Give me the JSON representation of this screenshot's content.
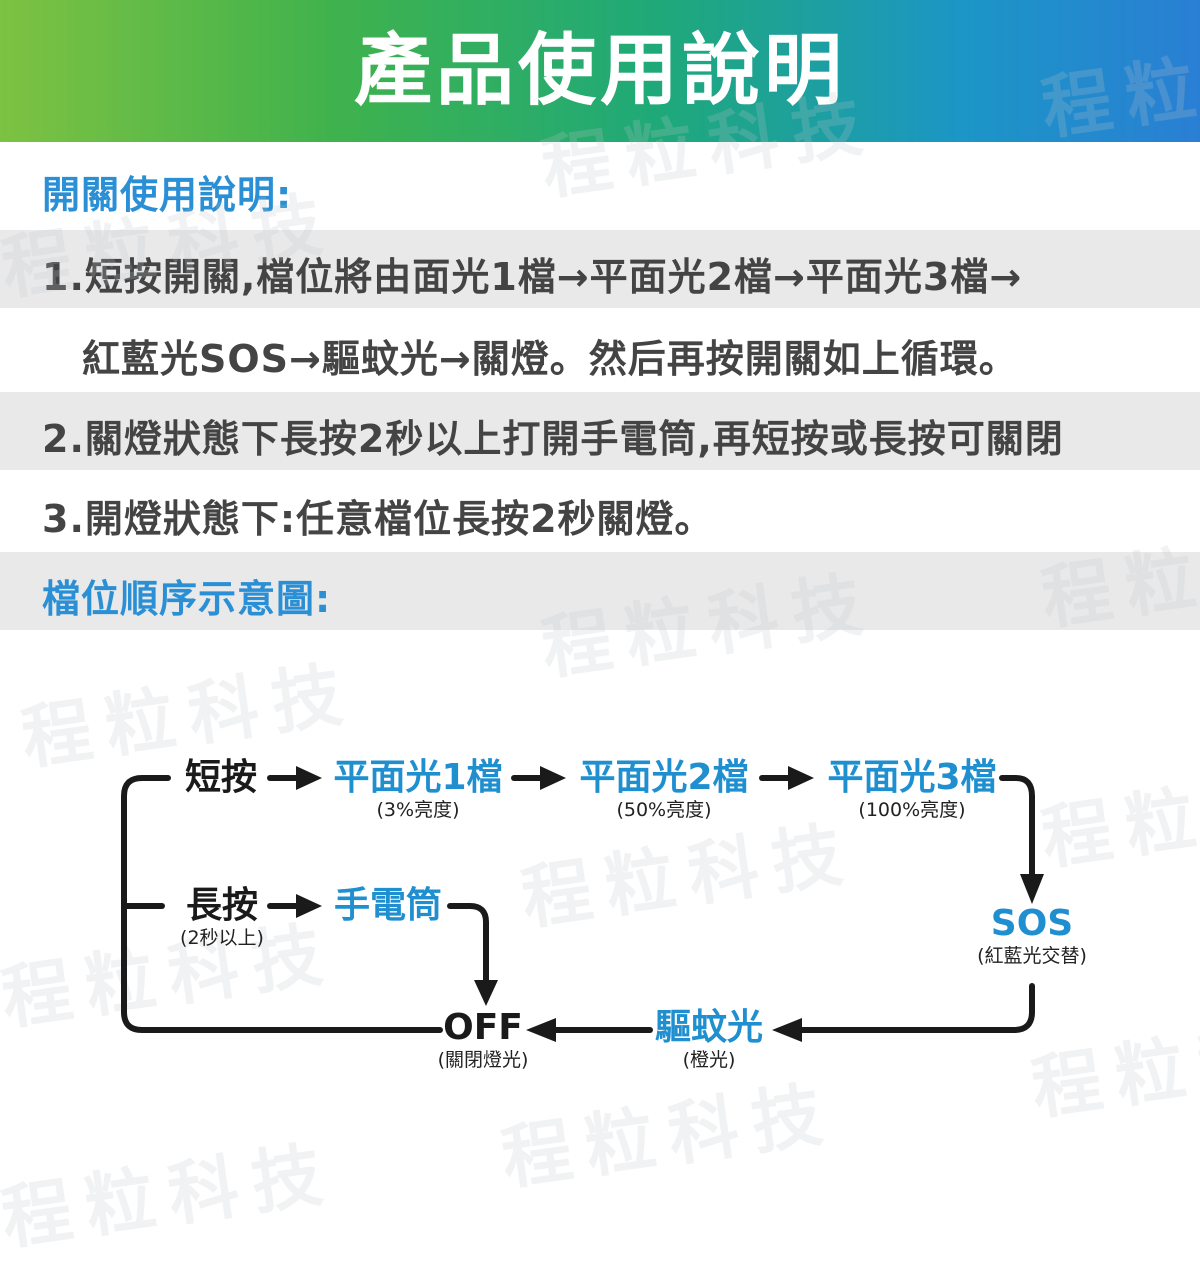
{
  "header": {
    "title": "產品使用說明"
  },
  "switch_section": {
    "heading": "開關使用說明:",
    "line1a": "1.短按開關,檔位將由面光1檔→平面光2檔→平面光3檔→",
    "line1b": "紅藍光SOS→驅蚊光→關燈。然后再按開關如上循環。",
    "line2": "2.關燈狀態下長按2秒以上打開手電筒,再短按或長按可關閉",
    "line3": "3.開燈狀態下:任意檔位長按2秒關燈。"
  },
  "diagram_heading": "檔位順序示意圖:",
  "watermark": "程粒科技",
  "nodes": {
    "short_press": {
      "label": "短按"
    },
    "long_press": {
      "label": "長按",
      "sub": "(2秒以上)"
    },
    "flat1": {
      "label": "平面光1檔",
      "sub": "(3%亮度)"
    },
    "flat2": {
      "label": "平面光2檔",
      "sub": "(50%亮度)"
    },
    "flat3": {
      "label": "平面光3檔",
      "sub": "(100%亮度)"
    },
    "sos": {
      "label": "SOS",
      "sub": "(紅藍光交替)"
    },
    "mosquito": {
      "label": "驅蚊光",
      "sub": "(橙光)"
    },
    "off": {
      "label": "OFF",
      "sub": "(關閉燈光)"
    },
    "flashlight": {
      "label": "手電筒"
    }
  },
  "colors": {
    "accent_blue": "#1f8fd0",
    "heading_blue": "#2a8fd4",
    "band_gray": "#e9e9ea",
    "line_dark": "#1a1a1a"
  }
}
